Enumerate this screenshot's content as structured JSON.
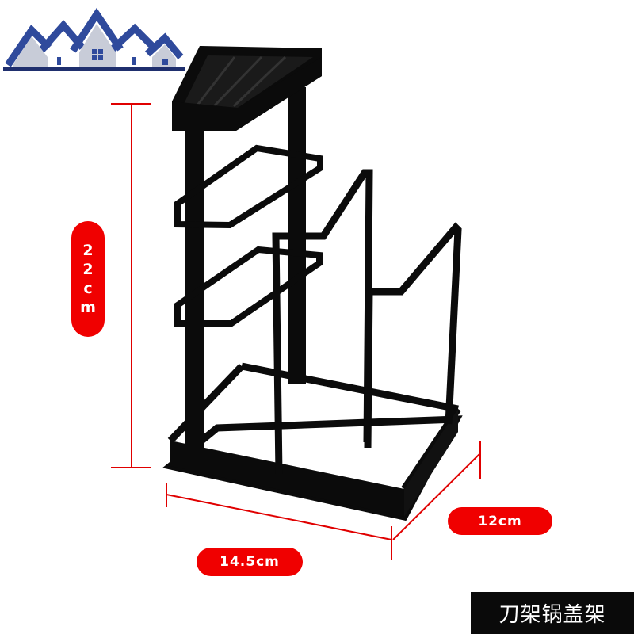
{
  "dimensions": {
    "height_chars": [
      "2",
      "2",
      "c",
      "m"
    ],
    "depth": "12cm",
    "width": "14.5cm"
  },
  "product_caption": "刀架锅盖架",
  "colors": {
    "accent_red": "#f00000",
    "rack_black": "#0b0b0b",
    "dimension_line": "#e00000",
    "logo_blue": "#2f4a9c",
    "logo_navy": "#1f2f6e",
    "caption_bg": "#0a0a0a"
  },
  "icons": {
    "logo": "house-roofs-logo"
  }
}
